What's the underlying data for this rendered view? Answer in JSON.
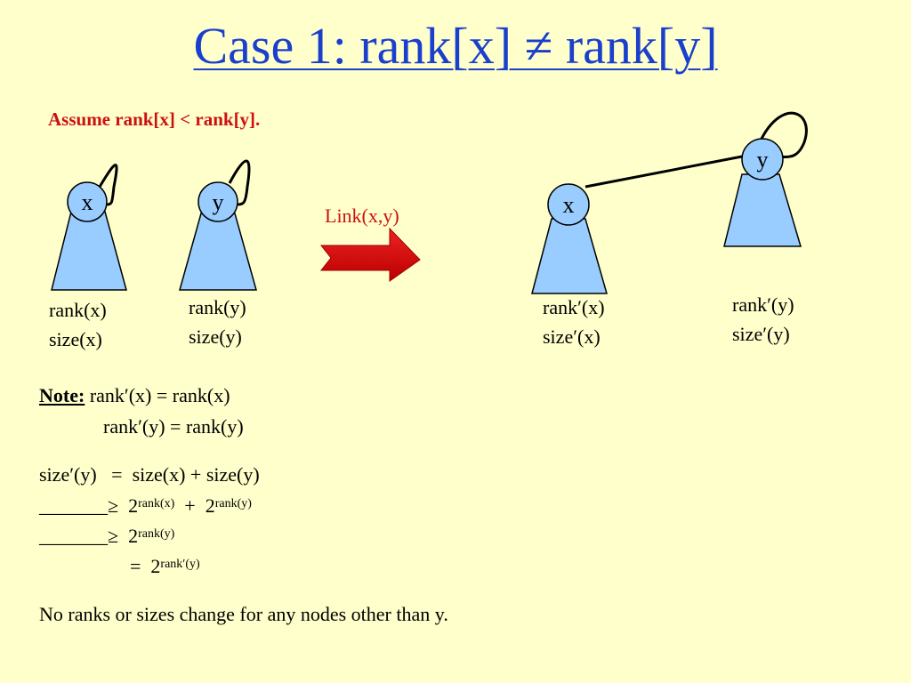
{
  "title": {
    "text": "Case 1: rank[x] ≠ rank[y]"
  },
  "assumption": "Assume rank[x] < rank[y].",
  "operation_label": "Link(x,y)",
  "before": {
    "x": {
      "node": "x",
      "rank": "rank(x)",
      "size": "size(x)"
    },
    "y": {
      "node": "y",
      "rank": "rank(y)",
      "size": "size(y)"
    }
  },
  "after": {
    "x": {
      "node": "x",
      "rank": "rank′(x)",
      "size": "size′(x)"
    },
    "y": {
      "node": "y",
      "rank": "rank′(y)",
      "size": "size′(y)"
    }
  },
  "note": {
    "heading": "Note:",
    "line1": "rank′(x) = rank(x)",
    "line2": "rank′(y) = rank(y)"
  },
  "derivation": {
    "line1": "size′(y)   =  size(x) + size(y)",
    "line2_prefix": "_______≥  2",
    "line2_exp1": "rank(x)",
    "line2_mid": "  +  2",
    "line2_exp2": "rank(y)",
    "line3_prefix": "_______≥  2",
    "line3_exp": "rank(y)",
    "line4_prefix": "=  2",
    "line4_exp": "rank′(y)"
  },
  "conclusion": "No ranks or sizes change for any nodes other than y.",
  "colors": {
    "background": "#FFFFCC",
    "title": "#1A3FCC",
    "accent_red": "#CC1111",
    "node_fill": "#99CCFF"
  }
}
